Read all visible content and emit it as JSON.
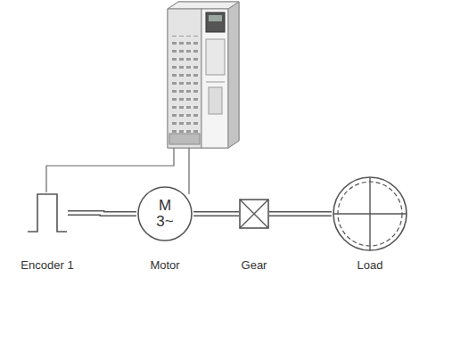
{
  "diagram": {
    "nodes": [
      {
        "text": [
          "Encoder 1"
        ]
      },
      {
        "text": [
          "M 3~",
          "Motor"
        ]
      },
      {
        "text": [
          "Gear"
        ]
      },
      {
        "text": [
          "Load"
        ]
      }
    ],
    "edges": [
      {
        "from": 0,
        "to": 1,
        "arrow": "none"
      },
      {
        "from": 1,
        "to": 2,
        "arrow": "none"
      },
      {
        "from": 2,
        "to": 3,
        "arrow": "none"
      }
    ]
  }
}
